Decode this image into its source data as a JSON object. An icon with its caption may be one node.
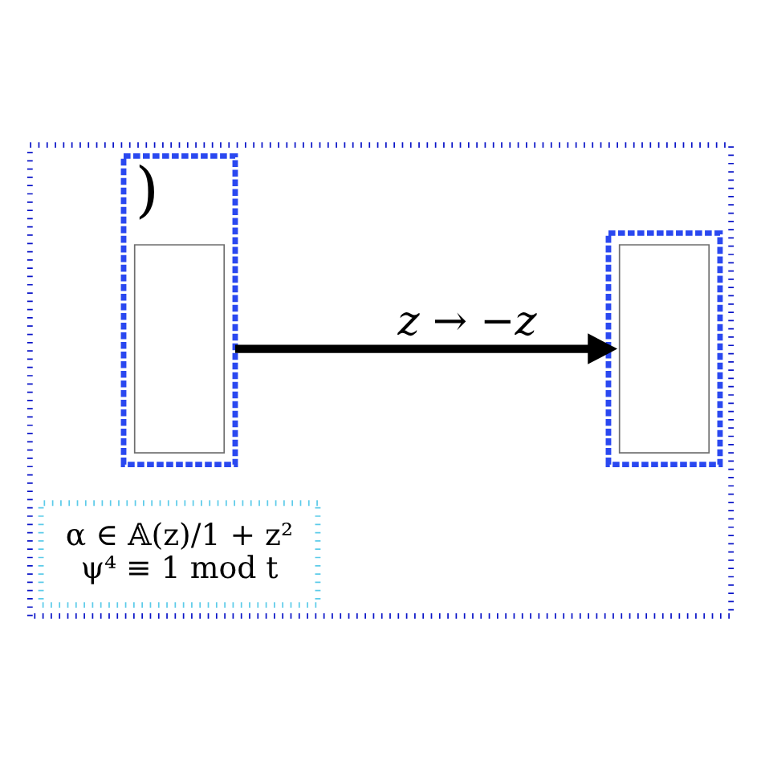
{
  "diagram": {
    "nodes": [
      {
        "text": [],
        "shape": "box"
      },
      {
        "text": [
          ")"
        ],
        "in": 0
      },
      {
        "text": [],
        "shape": "box",
        "in": 1
      },
      {
        "text": [
          "α ∈ 𝔸(z)/1 + z²",
          "ψ⁴ ≡ 1 mod t"
        ],
        "in": 0
      },
      {
        "text": [],
        "shape": "box",
        "in": 0
      },
      {
        "text": [],
        "shape": "box",
        "in": 4
      }
    ],
    "edges": [
      {
        "from": 1,
        "to": 4,
        "arrow": "to",
        "label": "z → −z"
      }
    ]
  }
}
